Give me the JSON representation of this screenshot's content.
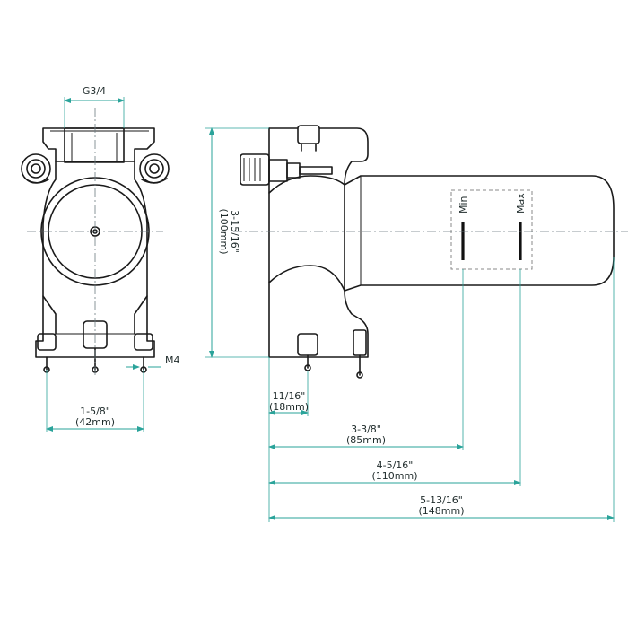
{
  "dimensions": {
    "thread": "G3/4",
    "screw": "M4",
    "mount_spacing": {
      "imperial": "1-5/8\"",
      "metric": "(42mm)"
    },
    "height": {
      "imperial": "3-15/16\"",
      "metric": "(100mm)"
    },
    "wall_depth": {
      "imperial": "11/16\"",
      "metric": "(18mm)"
    },
    "to_min": {
      "imperial": "3-3/8\"",
      "metric": "(85mm)"
    },
    "to_max": {
      "imperial": "4-5/16\"",
      "metric": "(110mm)"
    },
    "overall": {
      "imperial": "5-13/16\"",
      "metric": "(148mm)"
    }
  },
  "labels": {
    "min": "Min",
    "max": "Max"
  }
}
